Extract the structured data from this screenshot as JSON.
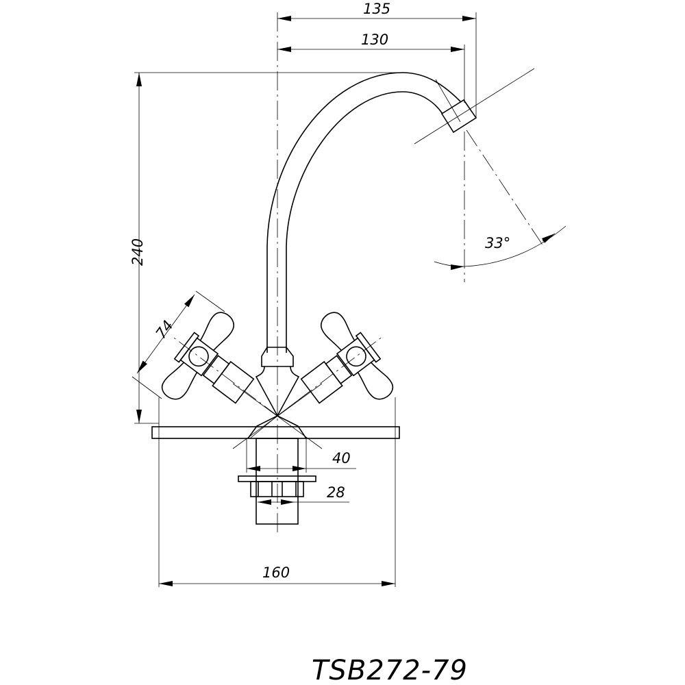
{
  "drawing": {
    "title": "TSB272-79",
    "dimensions": {
      "reach_outer": "135",
      "reach_spout": "130",
      "height": "240",
      "handle_span": "74",
      "spray_angle": "33°",
      "base_diameter": "40",
      "thread_diameter": "28",
      "plate_width": "160"
    }
  }
}
